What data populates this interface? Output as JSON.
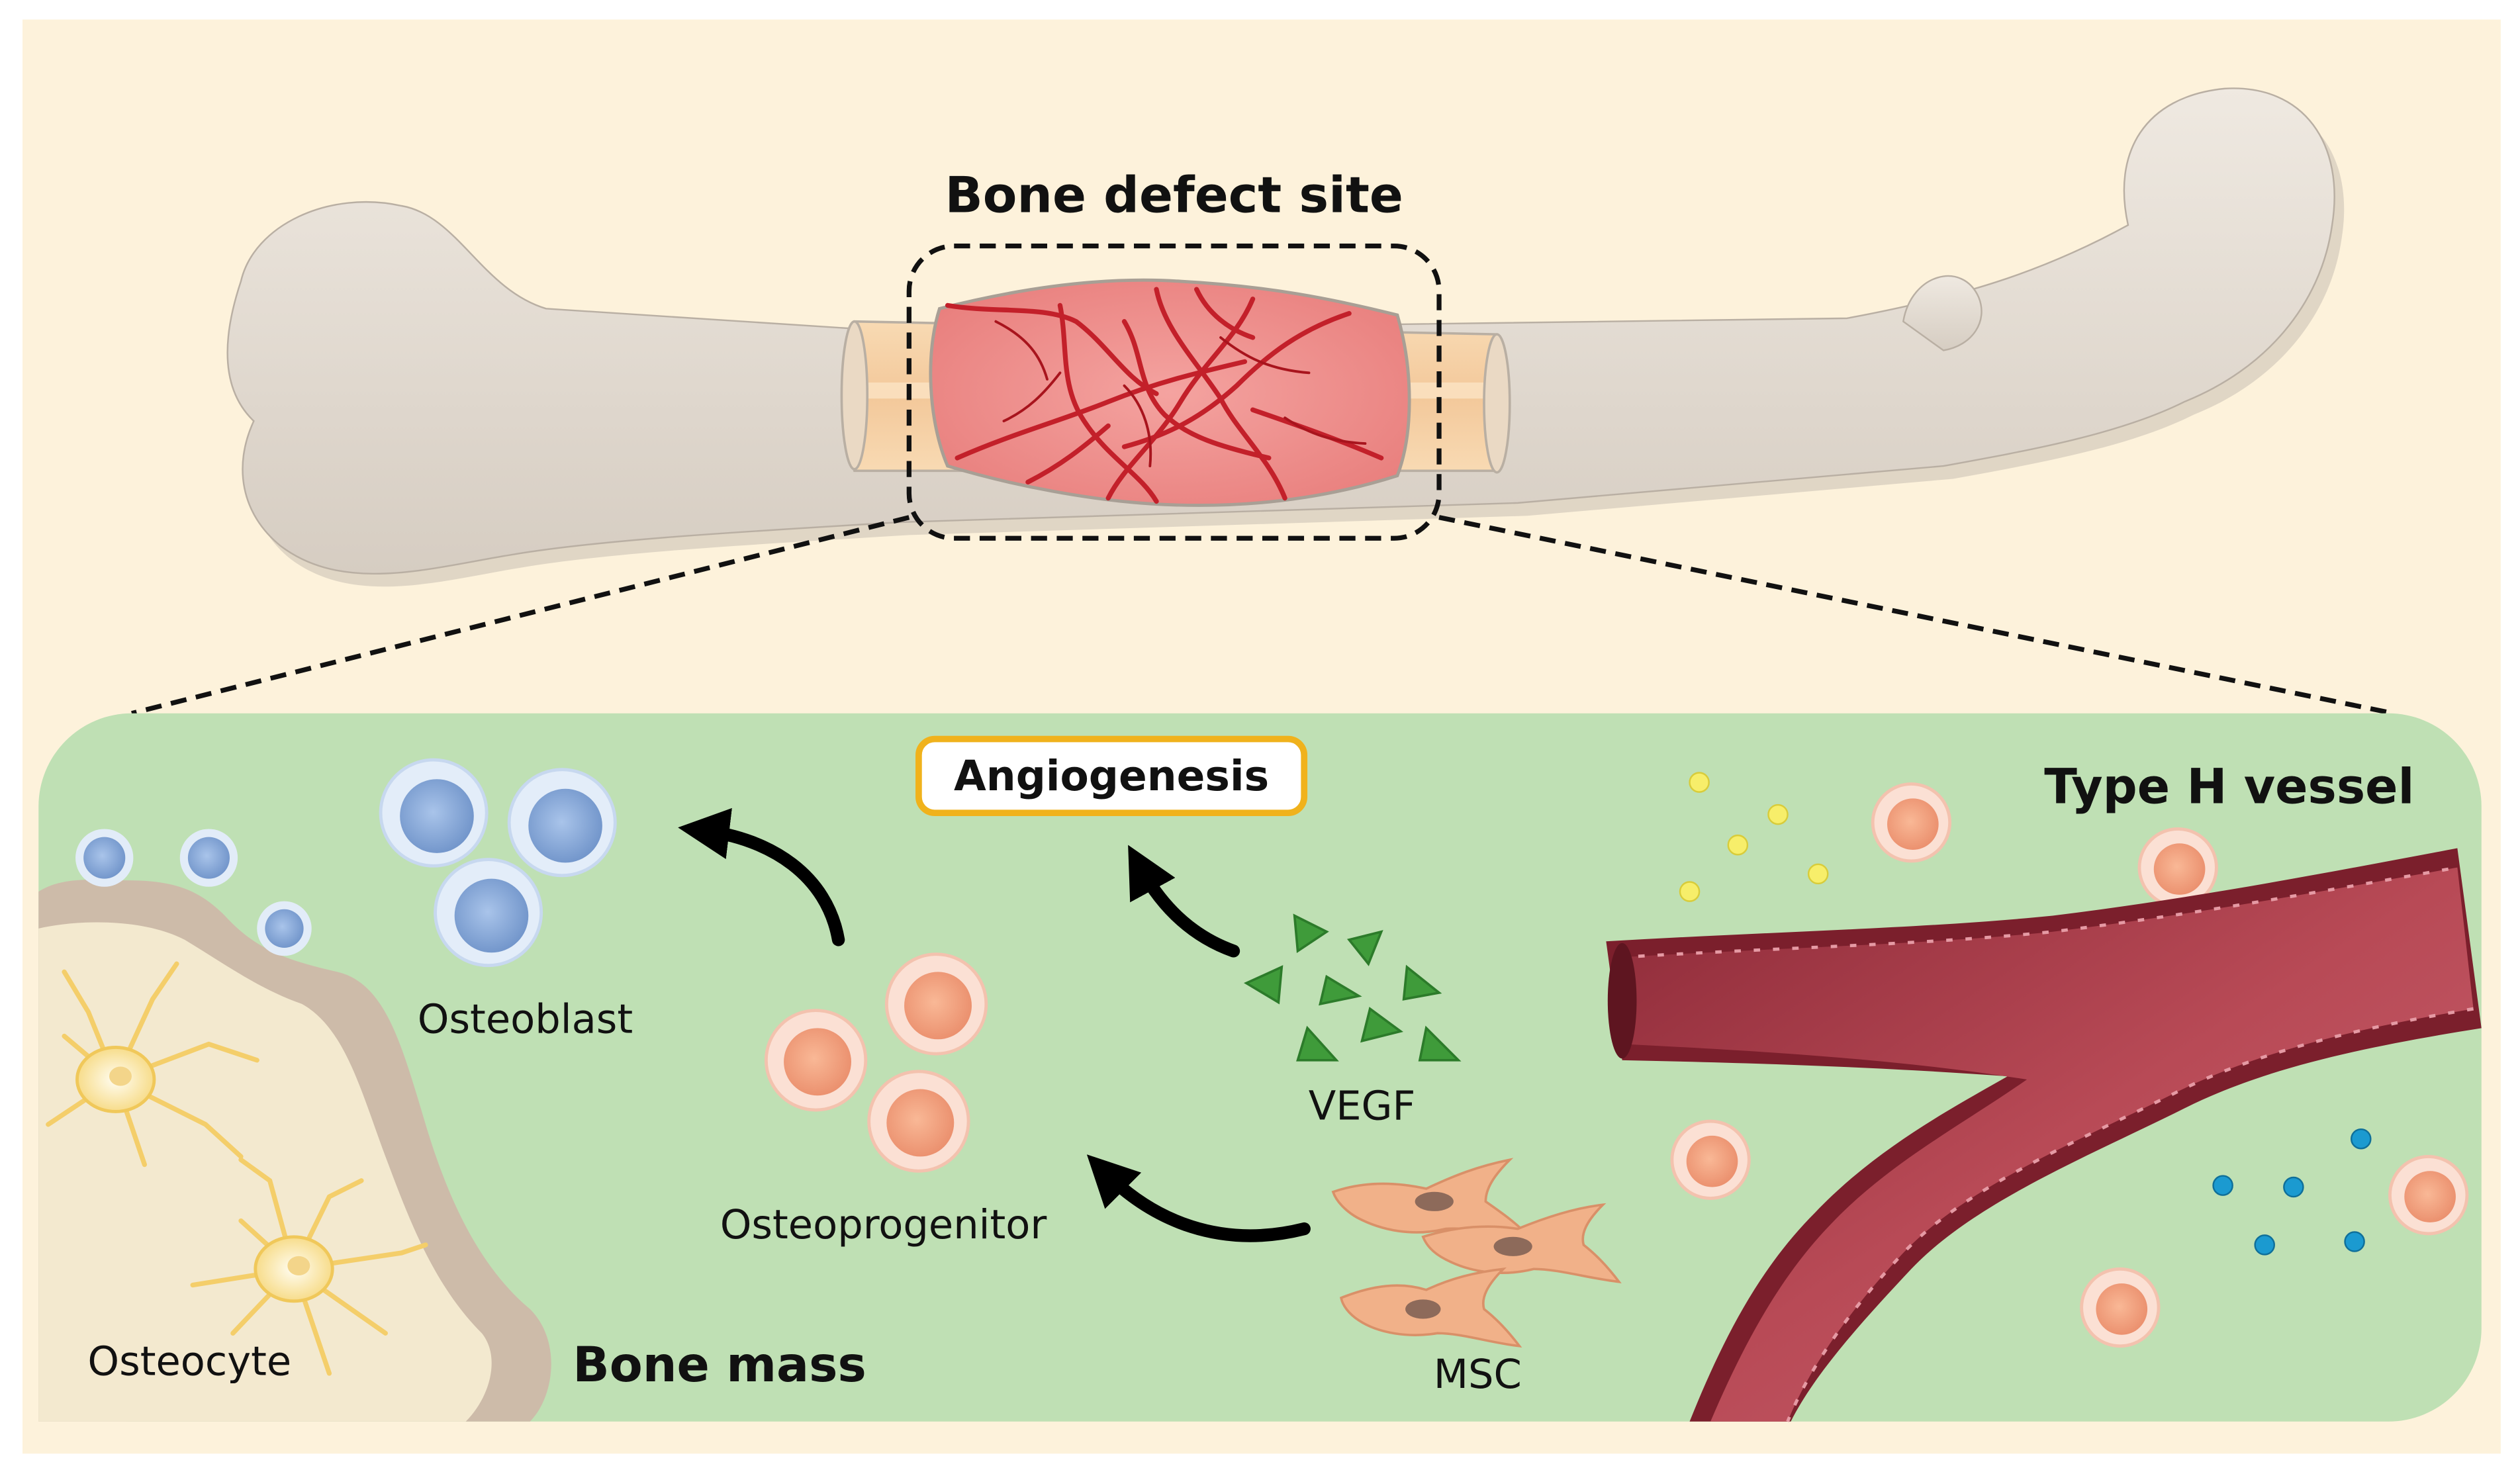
{
  "labels": {
    "defect_site": "Bone defect site",
    "angiogenesis": "Angiogenesis",
    "type_h_vessel": "Type H vessel",
    "osteoblast": "Osteoblast",
    "osteoprogenitor": "Osteoprogenitor",
    "vegf": "VEGF",
    "msc": "MSC",
    "osteocyte": "Osteocyte",
    "bone_mass": "Bone mass"
  },
  "colors": {
    "background": "#fdf2db",
    "panel": "#bfe0b4",
    "bone": "#e6ded4",
    "marrow": "#f6cf9f",
    "vessel": "#a73344",
    "osteoblast": "#7ea3d6",
    "osteoprogenitor": "#f2a080",
    "vegf": "#3f9b3a",
    "osteocyte": "#f6d37a",
    "angiogenesis_border": "#f0b21c"
  }
}
